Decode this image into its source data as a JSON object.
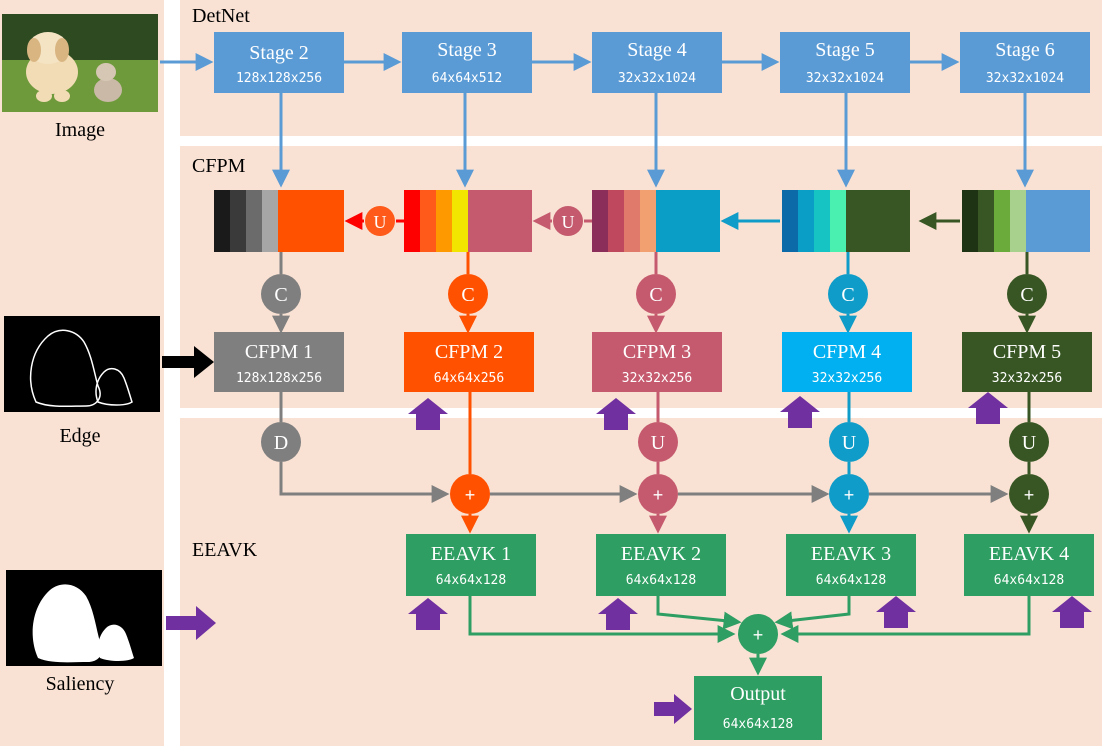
{
  "sections": {
    "detnet": "DetNet",
    "cfpm": "CFPM",
    "eeavk": "EEAVK"
  },
  "inputs": {
    "image": "Image",
    "edge": "Edge",
    "saliency": "Saliency"
  },
  "stages": [
    {
      "name": "Stage 2",
      "dims": "128x128x256"
    },
    {
      "name": "Stage 3",
      "dims": "64x64x512"
    },
    {
      "name": "Stage 4",
      "dims": "32x32x1024"
    },
    {
      "name": "Stage 5",
      "dims": "32x32x1024"
    },
    {
      "name": "Stage 6",
      "dims": "32x32x1024"
    }
  ],
  "cfpm_modules": [
    {
      "name": "CFPM 1",
      "dims": "128x128x256"
    },
    {
      "name": "CFPM 2",
      "dims": "64x64x256"
    },
    {
      "name": "CFPM 3",
      "dims": "32x32x256"
    },
    {
      "name": "CFPM 4",
      "dims": "32x32x256"
    },
    {
      "name": "CFPM 5",
      "dims": "32x32x256"
    }
  ],
  "eeavk_modules": [
    {
      "name": "EEAVK 1",
      "dims": "64x64x128"
    },
    {
      "name": "EEAVK 2",
      "dims": "64x64x128"
    },
    {
      "name": "EEAVK 3",
      "dims": "64x64x128"
    },
    {
      "name": "EEAVK 4",
      "dims": "64x64x128"
    }
  ],
  "output": {
    "name": "Output",
    "dims": "64x64x128"
  },
  "ops": {
    "concat": "C",
    "upsample": "U",
    "downsample": "D",
    "add": "+"
  },
  "colors": {
    "background": "#f9e2d4",
    "stage": "#5b9bd5",
    "cfpm": [
      "#7f7f7f",
      "#ff5100",
      "#c55a6e",
      "#00b0f0",
      "#375623"
    ],
    "eeavk": "#2e9e62",
    "feedback_arrow": "#7030a0",
    "gray_line": "#7f7f7f"
  }
}
